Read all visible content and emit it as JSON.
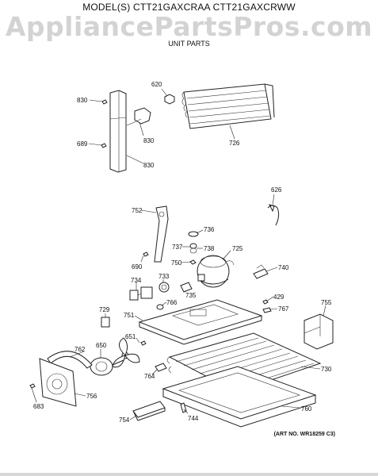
{
  "header": {
    "model_line": "MODEL(S) CTT21GAXCRAA CTT21GAXCRWW",
    "watermark": "AppliancePartsPros.com",
    "section_title": "UNIT PARTS"
  },
  "callouts": [
    {
      "id": "620",
      "part": "drier-clip"
    },
    {
      "id": "830",
      "part": "screw"
    },
    {
      "id": "830",
      "part": "tubing-clamp"
    },
    {
      "id": "830",
      "part": "channel"
    },
    {
      "id": "689",
      "part": "screw"
    },
    {
      "id": "726",
      "part": "condenser-coil"
    },
    {
      "id": "626",
      "part": "heater-tube"
    },
    {
      "id": "752",
      "part": "bracket"
    },
    {
      "id": "736",
      "part": "grommet"
    },
    {
      "id": "737",
      "part": "clip"
    },
    {
      "id": "738",
      "part": "grommet"
    },
    {
      "id": "725",
      "part": "compressor"
    },
    {
      "id": "750",
      "part": "stud"
    },
    {
      "id": "690",
      "part": "screw"
    },
    {
      "id": "740",
      "part": "relay-clip"
    },
    {
      "id": "734",
      "part": "overload"
    },
    {
      "id": "733",
      "part": "relay"
    },
    {
      "id": "735",
      "part": "clip"
    },
    {
      "id": "429",
      "part": "screw"
    },
    {
      "id": "767",
      "part": "bracket"
    },
    {
      "id": "766",
      "part": "grommet"
    },
    {
      "id": "755",
      "part": "bracket"
    },
    {
      "id": "729",
      "part": "capacitor"
    },
    {
      "id": "751",
      "part": "base-pan"
    },
    {
      "id": "651",
      "part": "fan-blade"
    },
    {
      "id": "650",
      "part": "fan-motor"
    },
    {
      "id": "762",
      "part": "shroud"
    },
    {
      "id": "730",
      "part": "condenser"
    },
    {
      "id": "764",
      "part": "bracket"
    },
    {
      "id": "756",
      "part": "fan-housing"
    },
    {
      "id": "683",
      "part": "screw"
    },
    {
      "id": "760",
      "part": "drain-pan"
    },
    {
      "id": "754",
      "part": "bracket"
    },
    {
      "id": "744",
      "part": "clip"
    }
  ],
  "art_number": "(ART NO. WR18259 C3)"
}
